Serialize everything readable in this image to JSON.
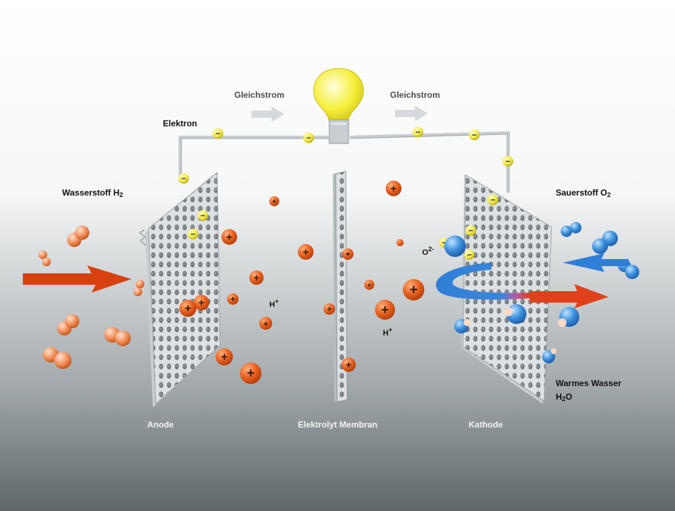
{
  "labels": {
    "current_left": "Gleichstrom",
    "current_right": "Gleichstrom",
    "electron": "Elektron",
    "hydrogen": "Wasserstoff H",
    "hydrogen_sub": "2",
    "oxygen": "Sauerstoff O",
    "oxygen_sub": "2",
    "oxide_ion": "O",
    "oxide_ion_sup": "2-",
    "proton_1": "H",
    "proton_1_sup": "+",
    "proton_2": "H",
    "proton_2_sup": "+",
    "warm_water": "Warmes Wasser",
    "water": "H",
    "water_sub": "2",
    "water_end": "O",
    "anode": "Anode",
    "membrane": "Elektrolyt Membran",
    "cathode": "Kathode"
  },
  "symbols": {
    "plus": "+",
    "minus": "−"
  },
  "colors": {
    "background_top": "#ffffff",
    "background_bottom": "#5e6669",
    "proton": "#e0561c",
    "electron": "#f2ea4a",
    "oxygen": "#3b8fdc",
    "hydrogen_flow_arrow": "#d9400f",
    "oxygen_flow_arrow": "#2f7fd8",
    "bulb": "#f5ef3a"
  },
  "icons": [
    "light-bulb-icon",
    "arrow-right-icon",
    "proton-icon",
    "electron-icon",
    "oxygen-molecule-icon",
    "hydrogen-molecule-icon"
  ]
}
